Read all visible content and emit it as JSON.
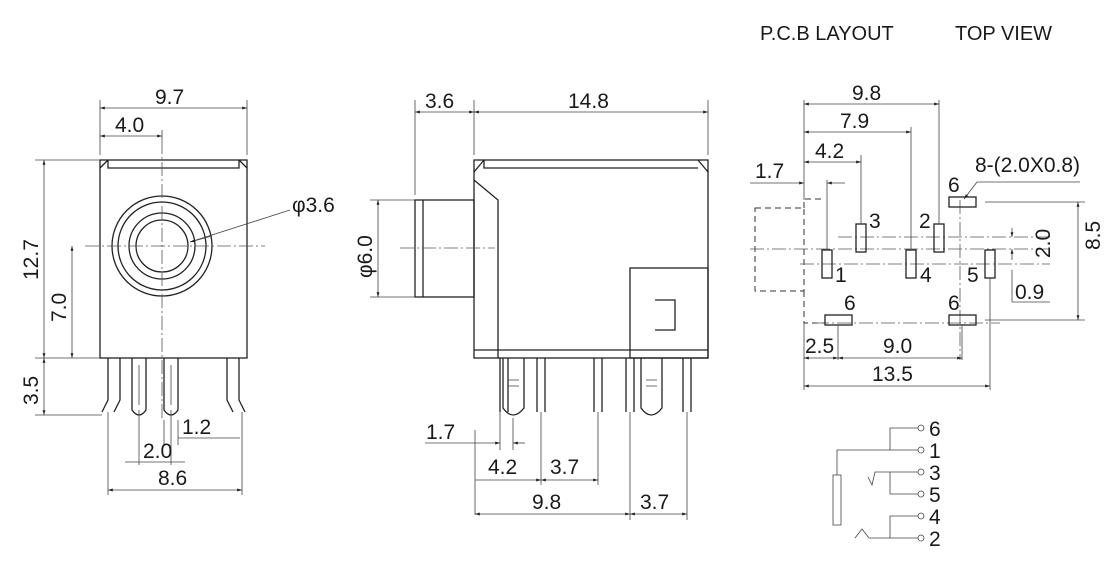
{
  "header": {
    "pcb_layout": "P.C.B LAYOUT",
    "top_view": "TOP VIEW"
  },
  "front_view": {
    "width": "9.7",
    "hole_offset": "4.0",
    "hole_diameter": "φ3.6",
    "height": "12.7",
    "hole_height": "7.0",
    "pin_length": "3.5",
    "pin_width": "1.2",
    "pin_pitch": "2.0",
    "pin_span": "8.6"
  },
  "side_view": {
    "nose_length": "3.6",
    "body_length": "14.8",
    "nose_diameter": "φ6.0",
    "d1": "1.7",
    "d2": "4.2",
    "d3": "3.7",
    "d4": "9.8",
    "d5": "3.7"
  },
  "pcb": {
    "d_98": "9.8",
    "d_79": "7.9",
    "d_42": "4.2",
    "d_17": "1.7",
    "pad_note": "8-(2.0X0.8)",
    "pads": [
      "6",
      "3",
      "2",
      "1",
      "4",
      "5",
      "6",
      "6"
    ],
    "d_20": "2.0",
    "d_85": "8.5",
    "d_09": "0.9",
    "d_25": "2.5",
    "d_90": "9.0",
    "d_135": "13.5"
  },
  "schematic": {
    "pins": [
      "6",
      "1",
      "3",
      "5",
      "4",
      "2"
    ]
  }
}
